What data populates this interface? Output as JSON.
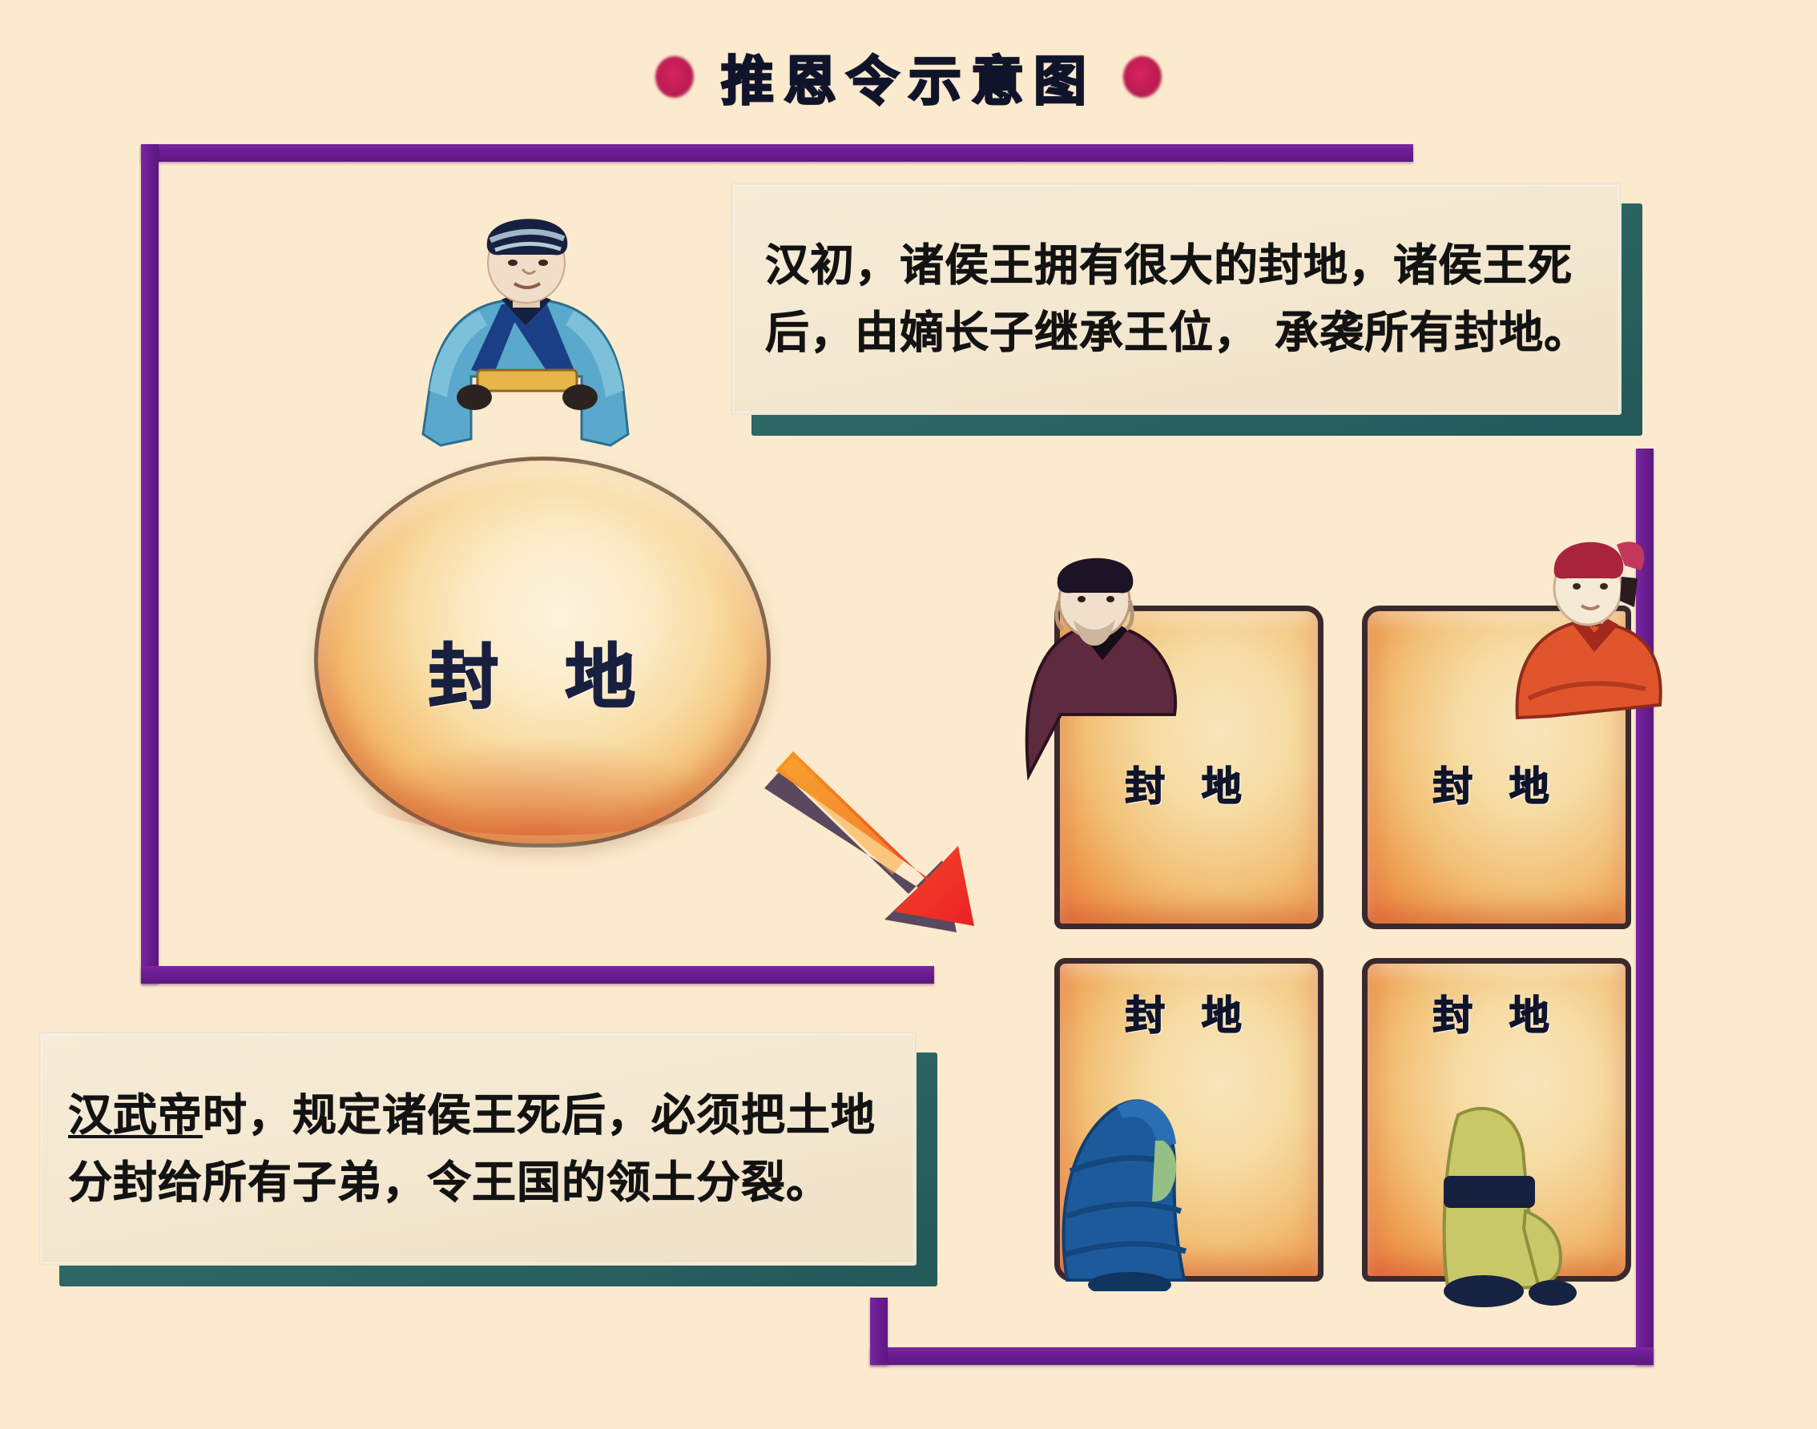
{
  "page": {
    "background_color": "#fbeacd",
    "title": "推恩令示意图",
    "title_dot_color": "#c41d55",
    "title_text_color": "#10142b"
  },
  "frame": {
    "color": "#6b1d91",
    "bracket_upper_left_name": "upper-left-purple-bracket",
    "bracket_lower_right_name": "lower-right-purple-bracket"
  },
  "notes": [
    {
      "id": "note-top",
      "text": "汉初，诸侯王拥有很大的封地，诸侯王死后，由嫡长子继承王位， 承袭所有封地。",
      "underlined_prefix": "",
      "card_color": "#f3e7cf",
      "shadow_color": "#2b6463"
    },
    {
      "id": "note-bottom",
      "text_underlined": "汉武帝",
      "text_rest": "时，规定诸侯王死后，必须把土地分封给所有子弟，令王国的领土分裂。",
      "card_color": "#f3e7cf",
      "shadow_color": "#2b6463"
    }
  ],
  "disc": {
    "label": "封 地",
    "label_color": "#19203f",
    "fill_center": "#fbecc9",
    "fill_edge": "#e8793f",
    "figure": {
      "name": "han-noble-figure",
      "cap_color": "#17213f",
      "robe_color": "#5aa9cc",
      "sash_color": "#1b3f86",
      "skin_color": "#f2ddc9"
    }
  },
  "arrow": {
    "name": "split-arrow",
    "direction": "down-right",
    "color_start": "#f08a1e",
    "color_end": "#ef2f2c"
  },
  "quarters": [
    {
      "id": "q-tl",
      "label": "封 地",
      "figure_name": "bearded-noble-figure",
      "cap_color": "#1c1326",
      "robe_color": "#5e2a3d",
      "skin_color": "#f0e0cb"
    },
    {
      "id": "q-tr",
      "label": "封 地",
      "figure_name": "red-robe-noble-figure",
      "cap_color": "#a8243c",
      "robe_color": "#e0552c",
      "skin_color": "#f6ead6"
    },
    {
      "id": "q-bl",
      "label": "封 地",
      "figure_name": "blue-robe-child-figure",
      "cap_color": "#17427e",
      "robe_color": "#1d5a9c",
      "skin_color": "#9dbf86"
    },
    {
      "id": "q-br",
      "label": "封 地",
      "figure_name": "yellow-robe-child-figure",
      "cap_color": "#c3c45f",
      "robe_color": "#c8c869",
      "skin_color": "#d8d684"
    }
  ]
}
